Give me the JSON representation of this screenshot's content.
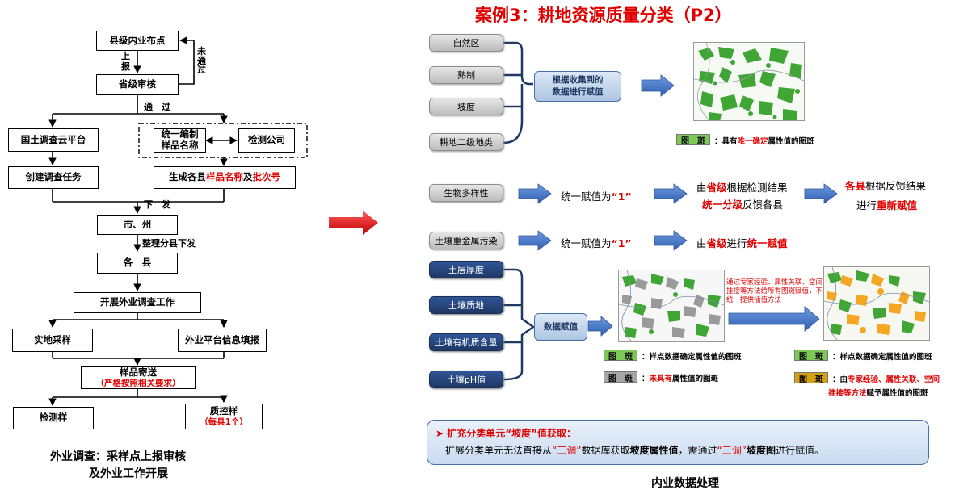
{
  "left": {
    "nodes": {
      "county_inner": "县级内业布点",
      "province_review": "省级审核",
      "cloud_platform": "国土调查云平台",
      "unified_name_line1": "统一编制",
      "unified_name_line2": "样品名称",
      "testing_company": "检测公司",
      "create_task": "创建调查任务",
      "generate_prefix": "生成各县",
      "generate_name": "样品名称",
      "generate_and": "及",
      "generate_batch": "批次号",
      "city": "市、州",
      "county": "各　县",
      "field_work": "开展外业调查工作",
      "field_sampling": "实地采样",
      "platform_fill": "外业平台信息填报",
      "send_title": "样品寄送",
      "send_note": "（严格按照相关要求）",
      "test_sample": "检测样",
      "qc_title": "质控样",
      "qc_note": "（每县1个）"
    },
    "labels": {
      "report": "上\n报",
      "not_pass": "未\n通\n过",
      "pass": "通　过",
      "issue": "下　发",
      "sort_issue": "整理分县下发"
    },
    "caption_line1": "外业调查：采样点上报审核",
    "caption_line2": "及外业工作开展"
  },
  "right": {
    "title": "案例3：耕地资源质量分类（P2）",
    "group1": {
      "items": [
        "自然区",
        "熟制",
        "坡度",
        "耕地二级地类"
      ],
      "process": "根据收集到的\n数据进行赋值",
      "legend_label": "图　斑",
      "legend_prefix": "：具有",
      "legend_highlight": "唯一确定",
      "legend_suffix": "属性值的图斑"
    },
    "row_bio": {
      "item": "生物多样性",
      "assign_prefix": "统一赋值为",
      "assign_value": "“1”",
      "step2_prefix": "由",
      "step2_red": "省级",
      "step2_suffix": "根据检测结果",
      "step2_line2": "统一分级",
      "step2_line2_suffix": "反馈各县",
      "step3_red": "各县",
      "step3_suffix": "根据反馈结果",
      "step3_line2_prefix": "进行",
      "step3_line2_red": "重新赋值"
    },
    "row_metal": {
      "item": "土壤重金属污染",
      "assign_prefix": "统一赋值为",
      "assign_value": "“1”",
      "step2_prefix": "由",
      "step2_red": "省级",
      "step2_mid": "进行",
      "step2_red2": "统一赋值"
    },
    "group2": {
      "items": [
        "土层厚度",
        "土壤质地",
        "土壤有机质含量",
        "土壤pH值"
      ],
      "process": "数据赋值",
      "note": "通过专家经验、属性关联、空间挂接等方法给所有图斑赋值，不统一提供插值方法",
      "legend1_label": "图　斑",
      "legend1_text": "：样点数据确定属性值的图斑",
      "legend2_label": "图　斑",
      "legend2_prefix": "：",
      "legend2_red": "未具有",
      "legend2_suffix": "属性值的图斑",
      "legend3_label": "图　斑",
      "legend3_text": "：样点数据确定属性值的图斑",
      "legend4_label": "图　斑",
      "legend4_prefix": "：由",
      "legend4_red1": "专家经验、属性关联、空间",
      "legend4_red2": "挂接等方法",
      "legend4_suffix": "赋予属性值的图斑"
    },
    "info": {
      "heading": "扩充分类单元“坡度”值获取：",
      "text_prefix": "扩展分类单元无法直接从",
      "text_red1": "“三调”",
      "text_mid1": "数据库获取",
      "text_bold1": "坡度属性值",
      "text_mid2": "，需通过",
      "text_red2": "“三调”",
      "text_bold2": "坡度图",
      "text_suffix": "进行赋值。"
    },
    "caption": "内业数据处理"
  },
  "colors": {
    "accent_red": "#e00000",
    "navy": "#1f3864",
    "arrow_blue": "#4472c4",
    "map_green": "#3fa535",
    "map_orange": "#f5a623"
  }
}
